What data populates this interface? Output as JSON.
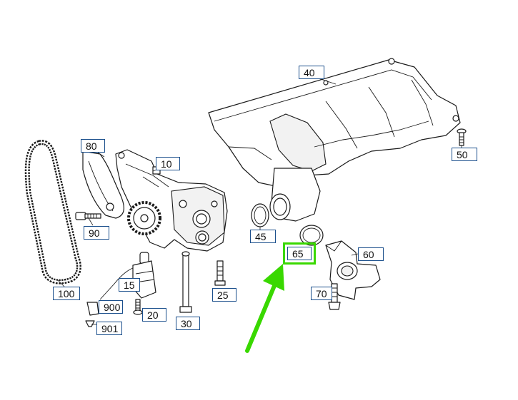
{
  "callouts": {
    "c10": "10",
    "c15": "15",
    "c20": "20",
    "c25": "25",
    "c30": "30",
    "c40": "40",
    "c45": "45",
    "c50": "50",
    "c60": "60",
    "c65": "65",
    "c70": "70",
    "c80": "80",
    "c90": "90",
    "c100": "100",
    "c900": "900",
    "c901": "901"
  },
  "highlight": {
    "callout": "65",
    "color": "#39d800"
  },
  "colors": {
    "callout_border": "#1b4f8c",
    "line": "#1a1a1a",
    "arrow": "#39d800"
  }
}
